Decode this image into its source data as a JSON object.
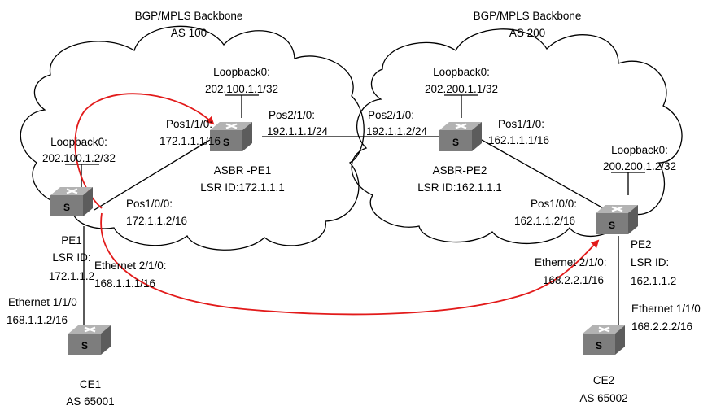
{
  "colors": {
    "path": "#e21a1a",
    "device_top": "#b3b3b3",
    "device_front": "#7d7d7d",
    "device_side": "#5c5c5c",
    "device_mark": "#ffffff"
  },
  "backbones": [
    {
      "title": "BGP/MPLS Backbone",
      "as": "AS 100"
    },
    {
      "title": "BGP/MPLS Backbone",
      "as": "AS 200"
    }
  ],
  "devices": {
    "pe1": {
      "name": "PE1",
      "lsr_label": "LSR ID:",
      "lsr": "172.1.1.2",
      "icon": "router-icon"
    },
    "asbr1": {
      "name": "ASBR -PE1",
      "lsr": "LSR ID:172.1.1.1",
      "icon": "router-icon"
    },
    "asbr2": {
      "name": "ASBR-PE2",
      "lsr": "LSR ID:162.1.1.1",
      "icon": "router-icon"
    },
    "pe2": {
      "name": "PE2",
      "lsr_label": "LSR ID:",
      "lsr": "162.1.1.2",
      "icon": "router-icon"
    },
    "ce1": {
      "name": "CE1",
      "as": "AS 65001",
      "icon": "router-icon"
    },
    "ce2": {
      "name": "CE2",
      "as": "AS 65002",
      "icon": "router-icon"
    }
  },
  "interfaces": {
    "pe1_loopback": {
      "name": "Loopback0:",
      "ip": "202.100.1.2/32"
    },
    "asbr1_loopback": {
      "name": "Loopback0:",
      "ip": "202.100.1.1/32"
    },
    "asbr2_loopback": {
      "name": "Loopback0:",
      "ip": "202.200.1.1/32"
    },
    "pe2_loopback": {
      "name": "Loopback0:",
      "ip": "200.200.1.2/32"
    },
    "asbr1_pos110": {
      "name": "Pos1/1/0:",
      "ip": "172.1.1.1/16"
    },
    "asbr1_pos210": {
      "name": "Pos2/1/0:",
      "ip": "192.1.1.1/24"
    },
    "asbr2_pos210": {
      "name": "Pos2/1/0:",
      "ip": "192.1.1.2/24"
    },
    "asbr2_pos110": {
      "name": "Pos1/1/0:",
      "ip": "162.1.1.1/16"
    },
    "pe1_pos100": {
      "name": "Pos1/0/0:",
      "ip": "172.1.1.2/16"
    },
    "pe2_pos100": {
      "name": "Pos1/0/0:",
      "ip": "162.1.1.2/16"
    },
    "pe1_eth210": {
      "name": "Ethernet 2/1/0:",
      "ip": "168.1.1.1/16"
    },
    "pe2_eth210": {
      "name": "Ethernet 2/1/0:",
      "ip": "168.2.2.1/16"
    },
    "ce1_eth110": {
      "name": "Ethernet 1/1/0",
      "ip": "168.1.1.2/16"
    },
    "ce2_eth110": {
      "name": "Ethernet 1/1/0",
      "ip": "168.2.2.2/16"
    }
  }
}
